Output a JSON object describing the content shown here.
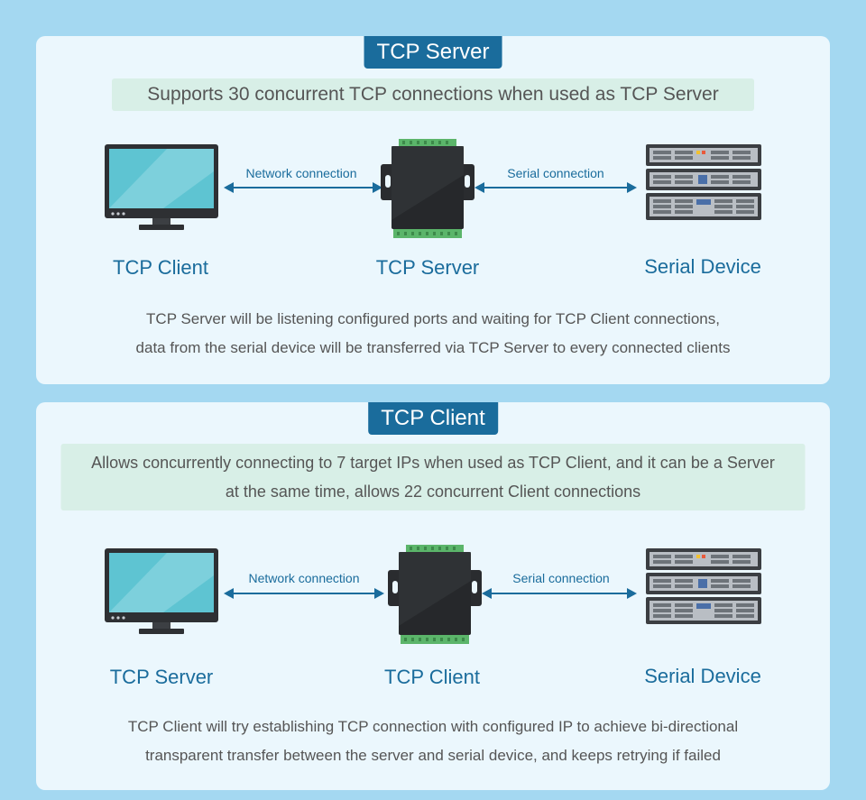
{
  "server_section": {
    "title": "TCP Server",
    "note": "Supports 30 concurrent TCP connections when used as TCP Server",
    "nodes": {
      "left": "TCP Client",
      "center": "TCP Server",
      "right": "Serial Device"
    },
    "links": {
      "network": "Network connection",
      "serial": "Serial connection"
    },
    "description": [
      "TCP Server will be listening configured ports and waiting for TCP Client connections,",
      "data from the serial device will be transferred via TCP Server to every connected clients"
    ]
  },
  "client_section": {
    "title": "TCP Client",
    "note_lines": [
      "Allows concurrently connecting to 7 target IPs when used as TCP Client, and it can be a Server",
      "at the same time, allows 22 concurrent Client connections"
    ],
    "nodes": {
      "left": "TCP Server",
      "center": "TCP Client",
      "right": "Serial Device"
    },
    "links": {
      "network": "Network connection",
      "serial": "Serial connection"
    },
    "description": [
      "TCP Client will try establishing TCP connection with configured IP to achieve bi-directional",
      "transparent transfer between the server and serial device, and keeps retrying if failed"
    ]
  },
  "colors": {
    "background": "#a4d8f1",
    "panel": "#ebf7fd",
    "accent": "#1a6c9c",
    "note_bg": "#d8efe7"
  },
  "icons": [
    "monitor-icon",
    "serial-server-device-icon",
    "rack-server-icon",
    "double-arrow-icon"
  ]
}
